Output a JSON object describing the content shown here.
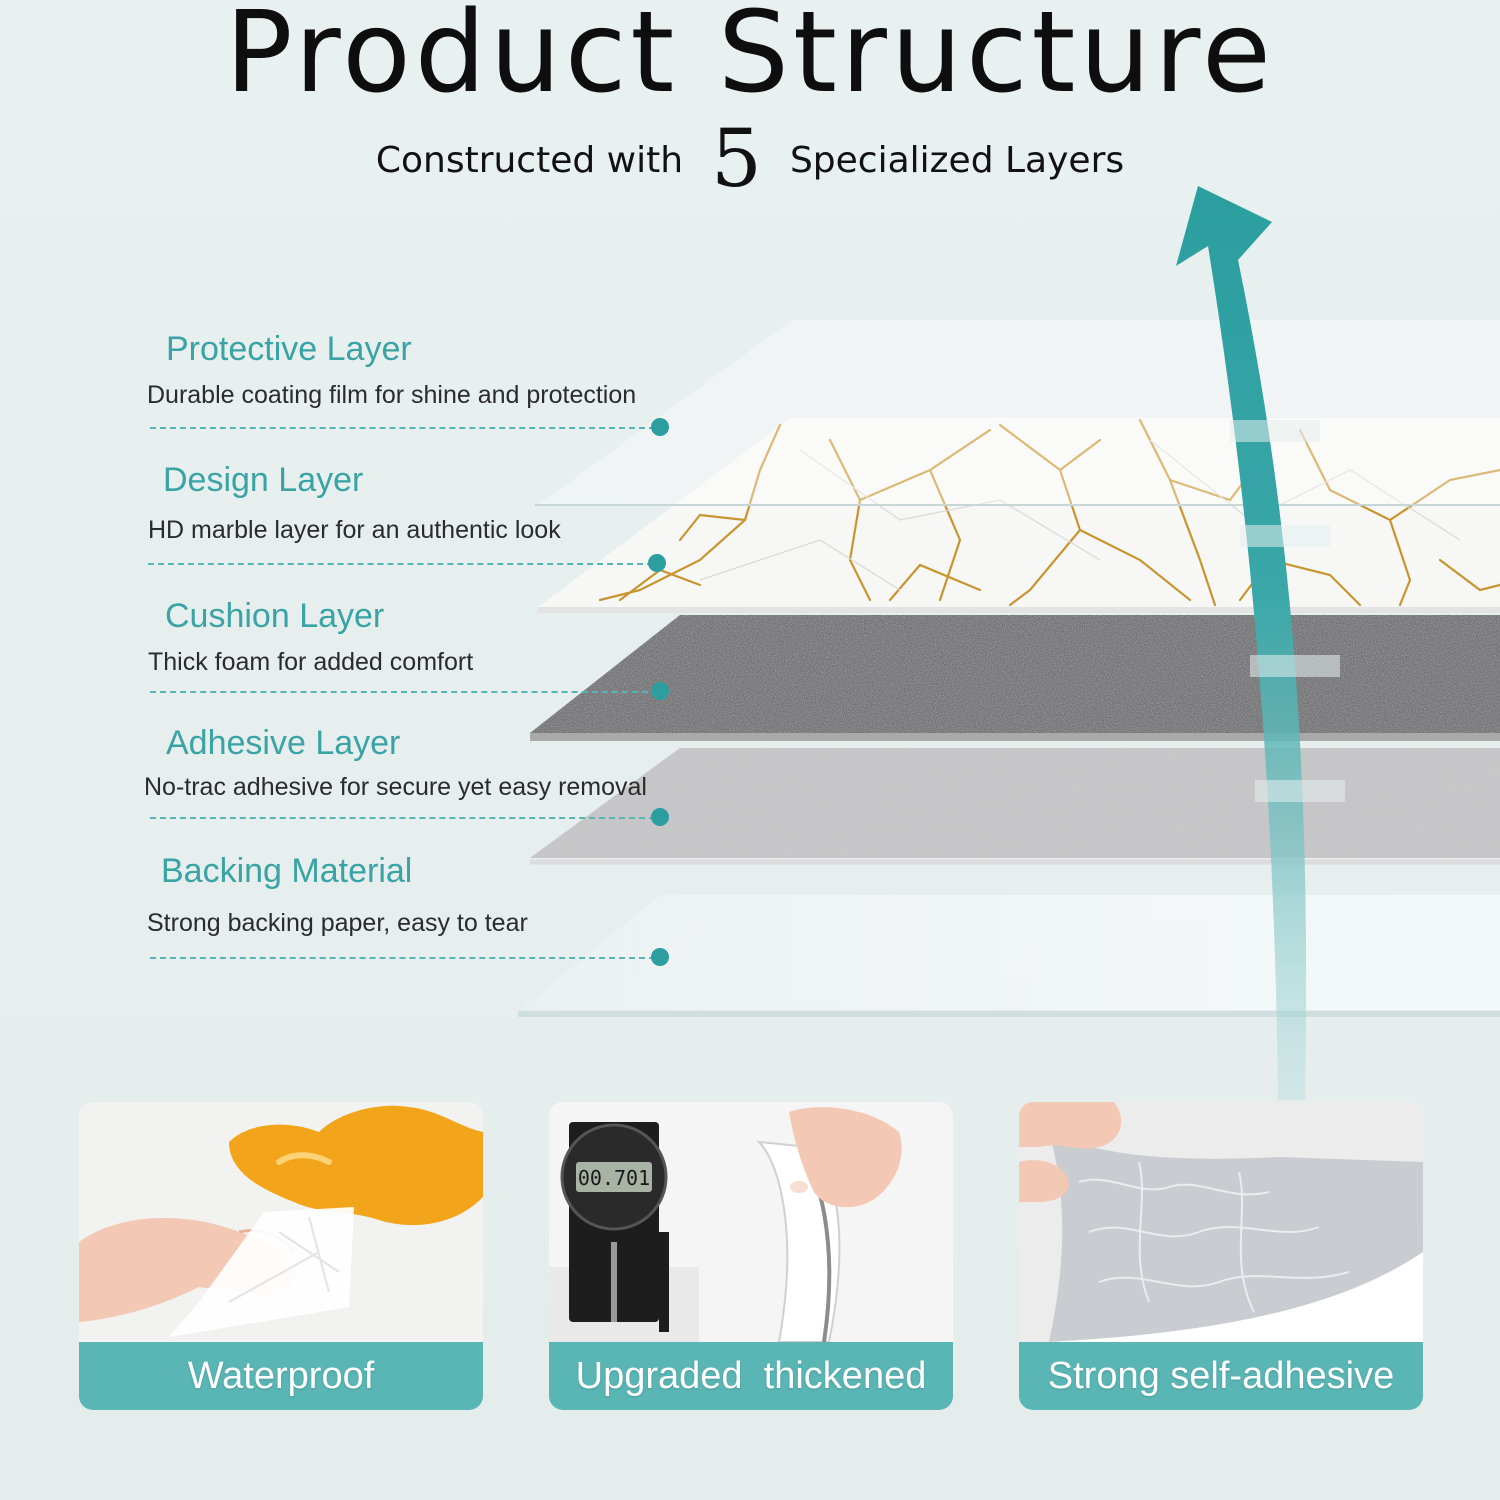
{
  "header": {
    "title": "Product Structure",
    "subtitle_before": "Constructed with",
    "subtitle_count": "5",
    "subtitle_after": "Specialized Layers"
  },
  "layers": [
    {
      "name": "Protective Layer",
      "description": "Durable coating film for shine and protection"
    },
    {
      "name": "Design Layer",
      "description": "HD marble layer for an authentic look"
    },
    {
      "name": "Cushion Layer",
      "description": "Thick foam for added comfort"
    },
    {
      "name": "Adhesive Layer",
      "description": "No-trac adhesive for secure yet easy removal"
    },
    {
      "name": "Backing Material",
      "description": "Strong backing paper, easy to tear"
    }
  ],
  "features": [
    {
      "label": "Waterproof"
    },
    {
      "label": "Upgraded  thickened"
    },
    {
      "label": "Strong self-adhesive"
    }
  ],
  "gauge_readout": "00.701",
  "colors": {
    "accent": "#3aa3a4",
    "arrow": "#2b9ea0",
    "band": "#5ab5b5",
    "marble_vein": "#c8952e"
  }
}
